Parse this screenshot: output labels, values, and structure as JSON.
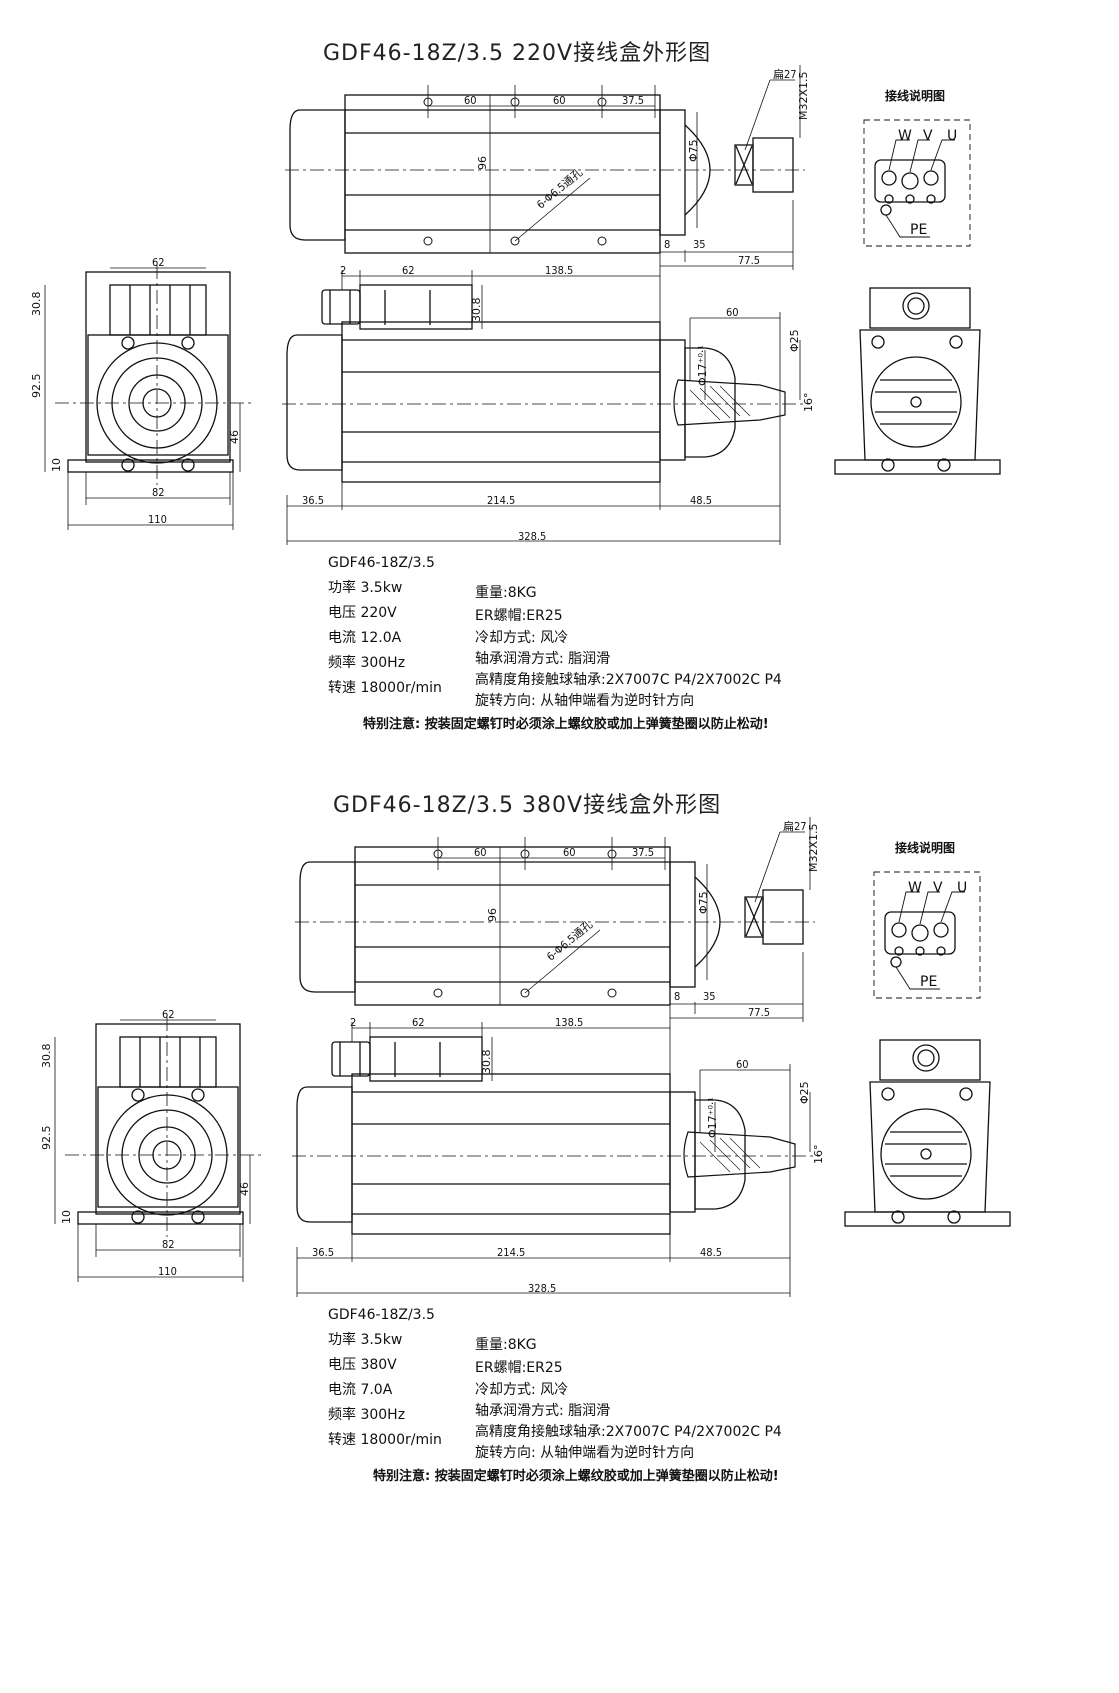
{
  "sheets": [
    {
      "title": "GDF46-18Z/3.5  220V接线盒外形图",
      "wiring_caption": "接线说明图",
      "terminals": {
        "w": "W",
        "v": "V",
        "u": "U",
        "pe": "PE"
      },
      "dims": {
        "d60a": "60",
        "d60b": "60",
        "d37_5": "37.5",
        "d96": "96",
        "holes": "6-Φ6.5通孔",
        "phi75": "Φ75",
        "d8": "8",
        "d35": "35",
        "d77_5": "77.5",
        "wrench": "扁27",
        "thread": "M32X1.5",
        "d2": "2",
        "d62": "62",
        "d138_5": "138.5",
        "d30_8": "30.8",
        "d60c": "60",
        "phi25": "Φ25",
        "phi17": "Φ17⁺⁰·¹",
        "deg16": "16°",
        "d36_5": "36.5",
        "d214_5": "214.5",
        "d48_5": "48.5",
        "d328_5": "328.5",
        "f62": "62",
        "f30_8": "30.8",
        "f92_5": "92.5",
        "f46": "46",
        "f10": "10",
        "f82": "82",
        "f110": "110"
      },
      "specs": {
        "model": "GDF46-18Z/3.5",
        "power": "功率 3.5kw",
        "voltage": "电压 220V",
        "current": "电流 12.0A",
        "frequency": "频率 300Hz",
        "speed": "转速 18000r/min",
        "weight": "重量:8KG",
        "collet": "ER螺帽:ER25",
        "cooling": "冷却方式: 风冷",
        "lubrication": "轴承润滑方式: 脂润滑",
        "bearings": "高精度角接触球轴承:2X7007C P4/2X7002C P4",
        "rotation": "旋转方向: 从轴伸端看为逆时针方向"
      },
      "note": "特别注意: 按装固定螺钉时必须涂上螺纹胶或加上弹簧垫圈以防止松动!"
    },
    {
      "title": "GDF46-18Z/3.5  380V接线盒外形图",
      "wiring_caption": "接线说明图",
      "terminals": {
        "w": "W",
        "v": "V",
        "u": "U",
        "pe": "PE"
      },
      "dims": {
        "d60a": "60",
        "d60b": "60",
        "d37_5": "37.5",
        "d96": "96",
        "holes": "6-Φ6.5通孔",
        "phi75": "Φ75",
        "d8": "8",
        "d35": "35",
        "d77_5": "77.5",
        "wrench": "扁27",
        "thread": "M32X1.5",
        "d2": "2",
        "d62": "62",
        "d138_5": "138.5",
        "d30_8": "30.8",
        "d60c": "60",
        "phi25": "Φ25",
        "phi17": "Φ17⁺⁰·¹",
        "deg16": "16°",
        "d36_5": "36.5",
        "d214_5": "214.5",
        "d48_5": "48.5",
        "d328_5": "328.5",
        "f62": "62",
        "f30_8": "30.8",
        "f92_5": "92.5",
        "f46": "46",
        "f10": "10",
        "f82": "82",
        "f110": "110"
      },
      "specs": {
        "model": "GDF46-18Z/3.5",
        "power": "功率 3.5kw",
        "voltage": "电压 380V",
        "current": "电流 7.0A",
        "frequency": "频率 300Hz",
        "speed": "转速 18000r/min",
        "weight": "重量:8KG",
        "collet": "ER螺帽:ER25",
        "cooling": "冷却方式: 风冷",
        "lubrication": "轴承润滑方式: 脂润滑",
        "bearings": "高精度角接触球轴承:2X7007C P4/2X7002C P4",
        "rotation": "旋转方向: 从轴伸端看为逆时针方向"
      },
      "note": "特别注意: 按装固定螺钉时必须涂上螺纹胶或加上弹簧垫圈以防止松动!"
    }
  ]
}
